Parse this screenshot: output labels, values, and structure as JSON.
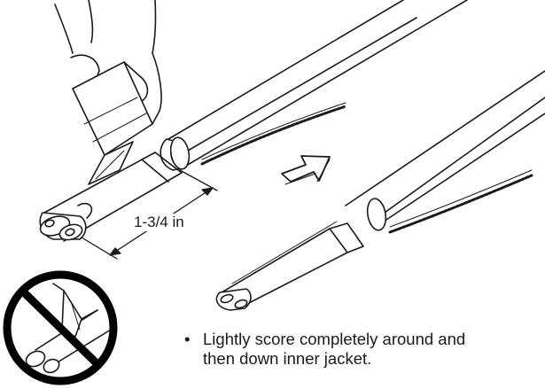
{
  "diagram": {
    "dimension_label": "1-3/4 in",
    "instruction_bullet": "•",
    "instruction_line1": "Lightly score completely around and",
    "instruction_line2": "then down inner jacket.",
    "colors": {
      "ink": "#1a1a1a",
      "fill": "#ffffff",
      "prohibited": "#000000"
    }
  }
}
